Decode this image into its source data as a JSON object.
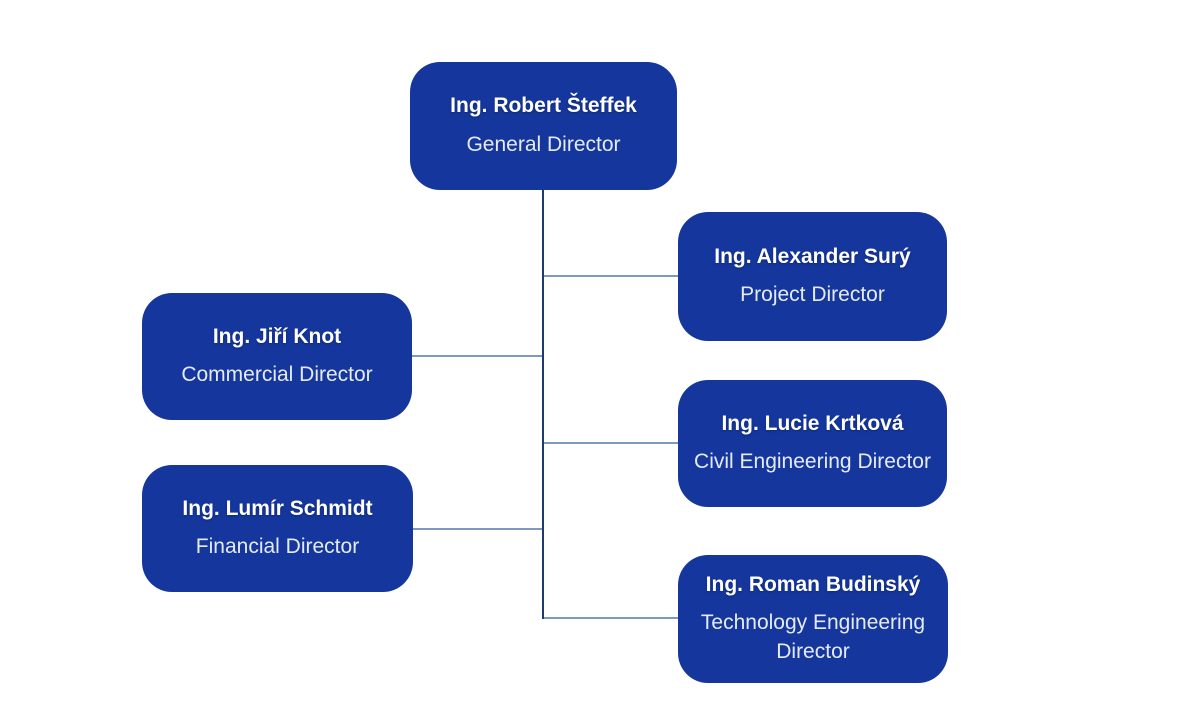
{
  "diagram": {
    "type": "org-chart",
    "colors": {
      "background": "#ffffff",
      "node_fill": "#15379D",
      "name_text": "#ffffff",
      "title_text": "#E4EBF7",
      "trunk_line": "#1F3A6E",
      "branch_line": "#7E99BE"
    },
    "nodes": [
      {
        "id": "general-director",
        "name": "Ing. Robert Šteffek",
        "title": "General Director"
      },
      {
        "id": "project-director",
        "name": "Ing. Alexander Surý",
        "title": "Project Director"
      },
      {
        "id": "commercial-director",
        "name": "Ing. Jiří Knot",
        "title": "Commercial Director"
      },
      {
        "id": "civil-director",
        "name": "Ing. Lucie Krtková",
        "title": "Civil Engineering Director"
      },
      {
        "id": "financial-director",
        "name": "Ing. Lumír Schmidt",
        "title": "Financial Director"
      },
      {
        "id": "technology-director",
        "name": "Ing. Roman Budinský",
        "title": "Technology Engineering Director"
      }
    ]
  }
}
